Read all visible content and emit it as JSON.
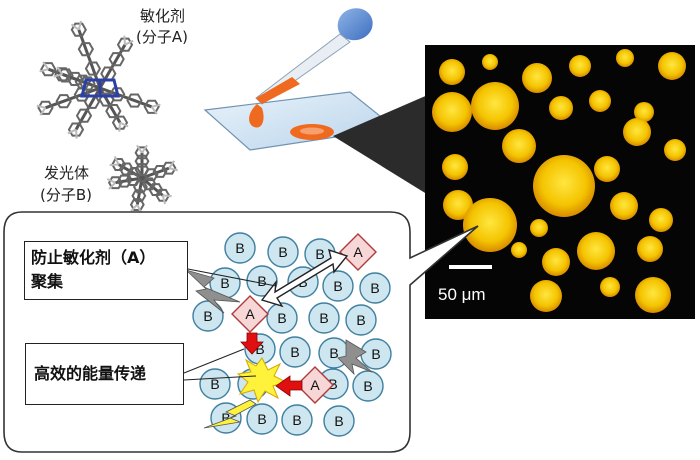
{
  "labels": {
    "sensitizer_name": "敏化剂",
    "sensitizer_molecule": "(分子A)",
    "emitter_name": "发光体",
    "emitter_molecule": "(分子B)",
    "prevent_aggregation_line1": "防止敏化剂（A）",
    "prevent_aggregation_line2": "聚集",
    "efficient_energy_transfer": "高效的能量传递",
    "scale_bar": "50 μm"
  },
  "particles": {
    "emitter_letter": "B",
    "sensitizer_letter": "A"
  },
  "colors": {
    "emitter_fill": "#cde6ef",
    "emitter_stroke": "#3f7fa0",
    "sensitizer_fill": "#f6d6d6",
    "sensitizer_stroke": "#b03a3a",
    "energy_arrow": "#e01010",
    "spark": "#fff23a",
    "droplet": "#ef6a1e",
    "micrograph_bg": "#050505",
    "micrograph_dot": "#f2bd00"
  }
}
